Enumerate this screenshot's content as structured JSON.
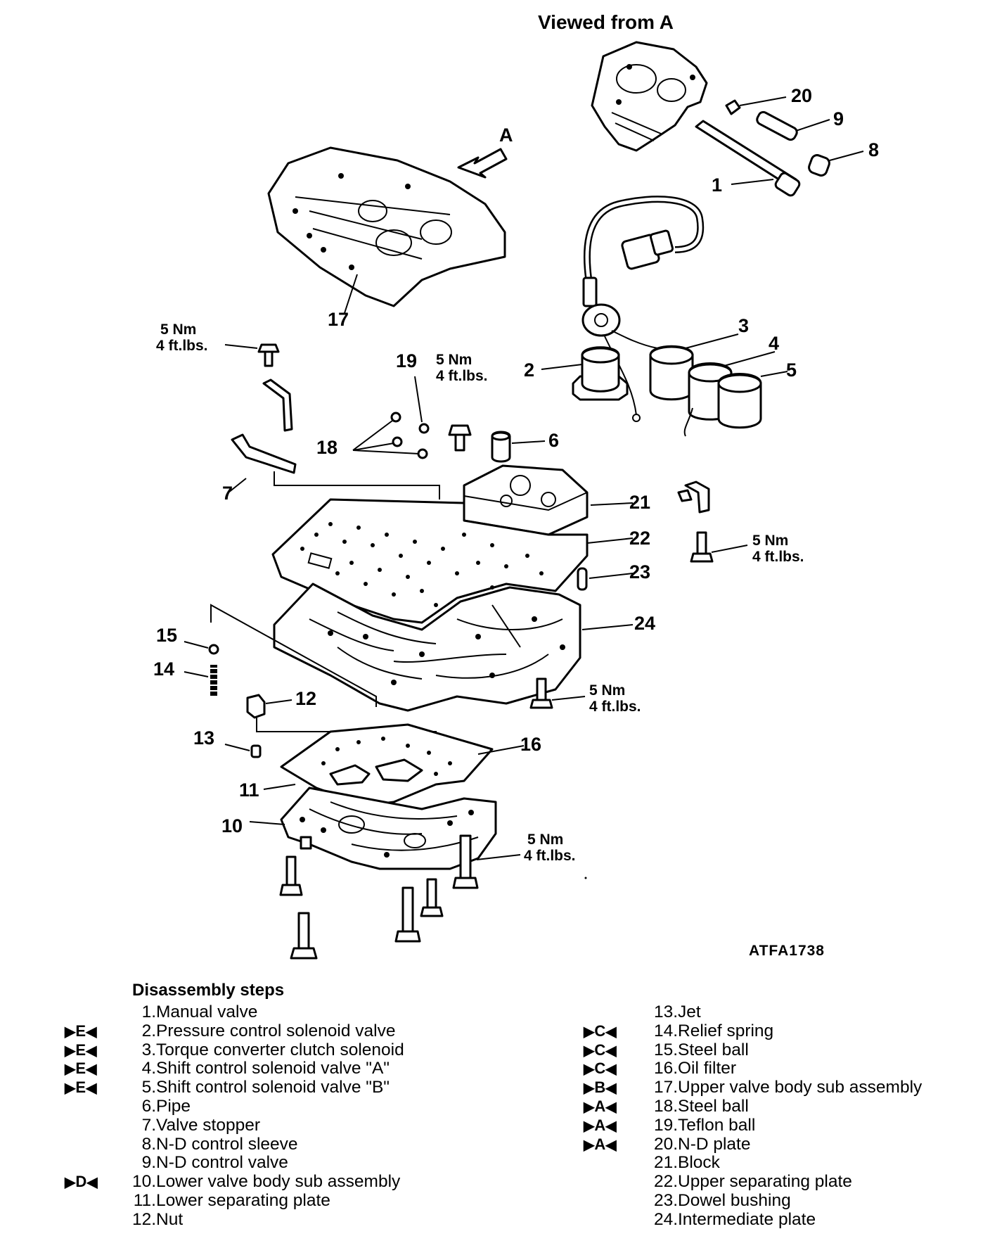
{
  "view_title": "Viewed from A",
  "arrow_label": "A",
  "drawing_code": "ATFA1738",
  "torque_nm": "5 Nm",
  "torque_ftlbs": "4 ft.lbs.",
  "callouts": [
    "1",
    "2",
    "3",
    "4",
    "5",
    "6",
    "7",
    "8",
    "9",
    "10",
    "11",
    "12",
    "13",
    "14",
    "15",
    "16",
    "17",
    "18",
    "19",
    "20",
    "21",
    "22",
    "23",
    "24"
  ],
  "steps_title": "Disassembly steps",
  "steps_left": [
    {
      "mark": "",
      "num": "1.",
      "name": "Manual valve"
    },
    {
      "mark": "E",
      "num": "2.",
      "name": "Pressure control solenoid valve"
    },
    {
      "mark": "E",
      "num": "3.",
      "name": "Torque converter clutch solenoid"
    },
    {
      "mark": "E",
      "num": "4.",
      "name": "Shift control solenoid valve \"A\""
    },
    {
      "mark": "E",
      "num": "5.",
      "name": "Shift control solenoid valve \"B\""
    },
    {
      "mark": "",
      "num": "6.",
      "name": "Pipe"
    },
    {
      "mark": "",
      "num": "7.",
      "name": "Valve stopper"
    },
    {
      "mark": "",
      "num": "8.",
      "name": "N-D control sleeve"
    },
    {
      "mark": "",
      "num": "9.",
      "name": "N-D control valve"
    },
    {
      "mark": "D",
      "num": "10.",
      "name": "Lower valve body sub assembly"
    },
    {
      "mark": "",
      "num": "11.",
      "name": "Lower separating plate"
    },
    {
      "mark": "",
      "num": "12.",
      "name": "Nut"
    }
  ],
  "steps_right": [
    {
      "mark": "",
      "num": "13.",
      "name": "Jet"
    },
    {
      "mark": "C",
      "num": "14.",
      "name": "Relief spring"
    },
    {
      "mark": "C",
      "num": "15.",
      "name": "Steel ball"
    },
    {
      "mark": "C",
      "num": "16.",
      "name": "Oil filter"
    },
    {
      "mark": "B",
      "num": "17.",
      "name": "Upper valve body sub assembly"
    },
    {
      "mark": "A",
      "num": "18.",
      "name": "Steel ball"
    },
    {
      "mark": "A",
      "num": "19.",
      "name": "Teflon ball"
    },
    {
      "mark": "A",
      "num": "20.",
      "name": "N-D plate"
    },
    {
      "mark": "",
      "num": "21.",
      "name": "Block"
    },
    {
      "mark": "",
      "num": "22.",
      "name": "Upper separating plate"
    },
    {
      "mark": "",
      "num": "23.",
      "name": "Dowel bushing"
    },
    {
      "mark": "",
      "num": "24.",
      "name": "Intermediate plate"
    }
  ]
}
